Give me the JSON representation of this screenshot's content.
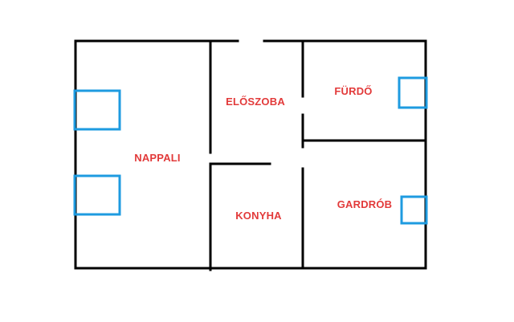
{
  "floorplan": {
    "colors": {
      "background": "#ffffff",
      "wall": "#000000",
      "window": "#1e9be0",
      "label": "#e23a3a"
    },
    "rooms": {
      "living_room": "NAPPALI",
      "hallway": "ELŐSZOBA",
      "bathroom": "FÜRDŐ",
      "kitchen": "KONYHA",
      "wardrobe": "GARDRÓB"
    }
  }
}
